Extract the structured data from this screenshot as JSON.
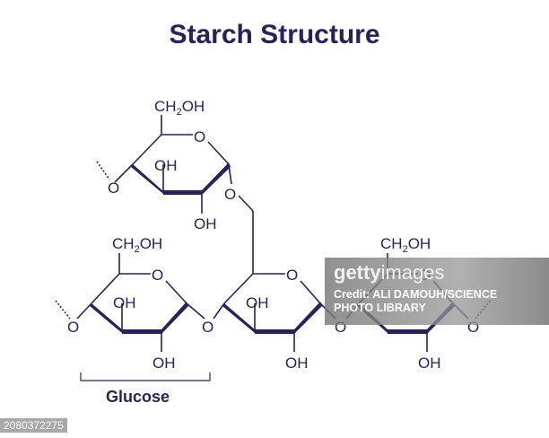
{
  "title": "Starch Structure",
  "labels": {
    "ch2oh": "CH",
    "ch2oh_sub": "2",
    "ch2oh_tail": "OH",
    "oh": "OH",
    "o": "O"
  },
  "bracket_label": "Glucose",
  "watermark": {
    "logo_bold": "getty",
    "logo_light": "images",
    "credit_line1": "Credit: ALI DAMOUH/SCIENCE",
    "credit_line2": "PHOTO LIBRARY"
  },
  "image_id": "2080372275",
  "colors": {
    "ink": "#252455",
    "watermark_bg": "#8a8a8a"
  }
}
